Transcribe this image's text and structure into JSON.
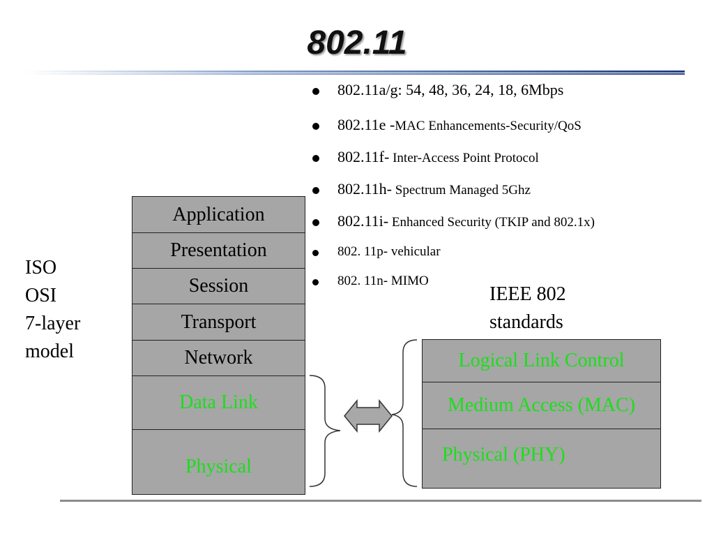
{
  "title": "802.11",
  "bullets": [
    {
      "prefix": "802.11a/g: 54, 48, 36, 24, 18, 6Mbps",
      "rest": ""
    },
    {
      "prefix": "802.11e -",
      "rest": "MAC Enhancements-Security/QoS"
    },
    {
      "prefix": "802.11f-",
      "rest": " Inter-Access Point Protocol"
    },
    {
      "prefix": "802.11h-",
      "rest": " Spectrum Managed 5Ghz"
    },
    {
      "prefix": "802.11i-",
      "rest": " Enhanced Security (TKIP and 802.1x)"
    },
    {
      "prefix": "802. 11p- vehicular",
      "rest": ""
    },
    {
      "prefix": "802. 11n- MIMO",
      "rest": ""
    }
  ],
  "iso_label": [
    "ISO",
    "OSI",
    "7-layer",
    "model"
  ],
  "ieee_label": [
    "IEEE 802",
    "standards"
  ],
  "osi_layers": [
    "Application",
    "Presentation",
    "Session",
    "Transport",
    "Network",
    "Data Link",
    "Physical"
  ],
  "ieee_layers": [
    "Logical Link Control",
    "Medium Access (MAC)",
    "Physical (PHY)"
  ],
  "colors": {
    "highlight": "#1adf1a",
    "box_fill": "#a6a6a6",
    "arrow_fill": "#a8a8a8",
    "rule_blue": "#1f3f7f"
  }
}
